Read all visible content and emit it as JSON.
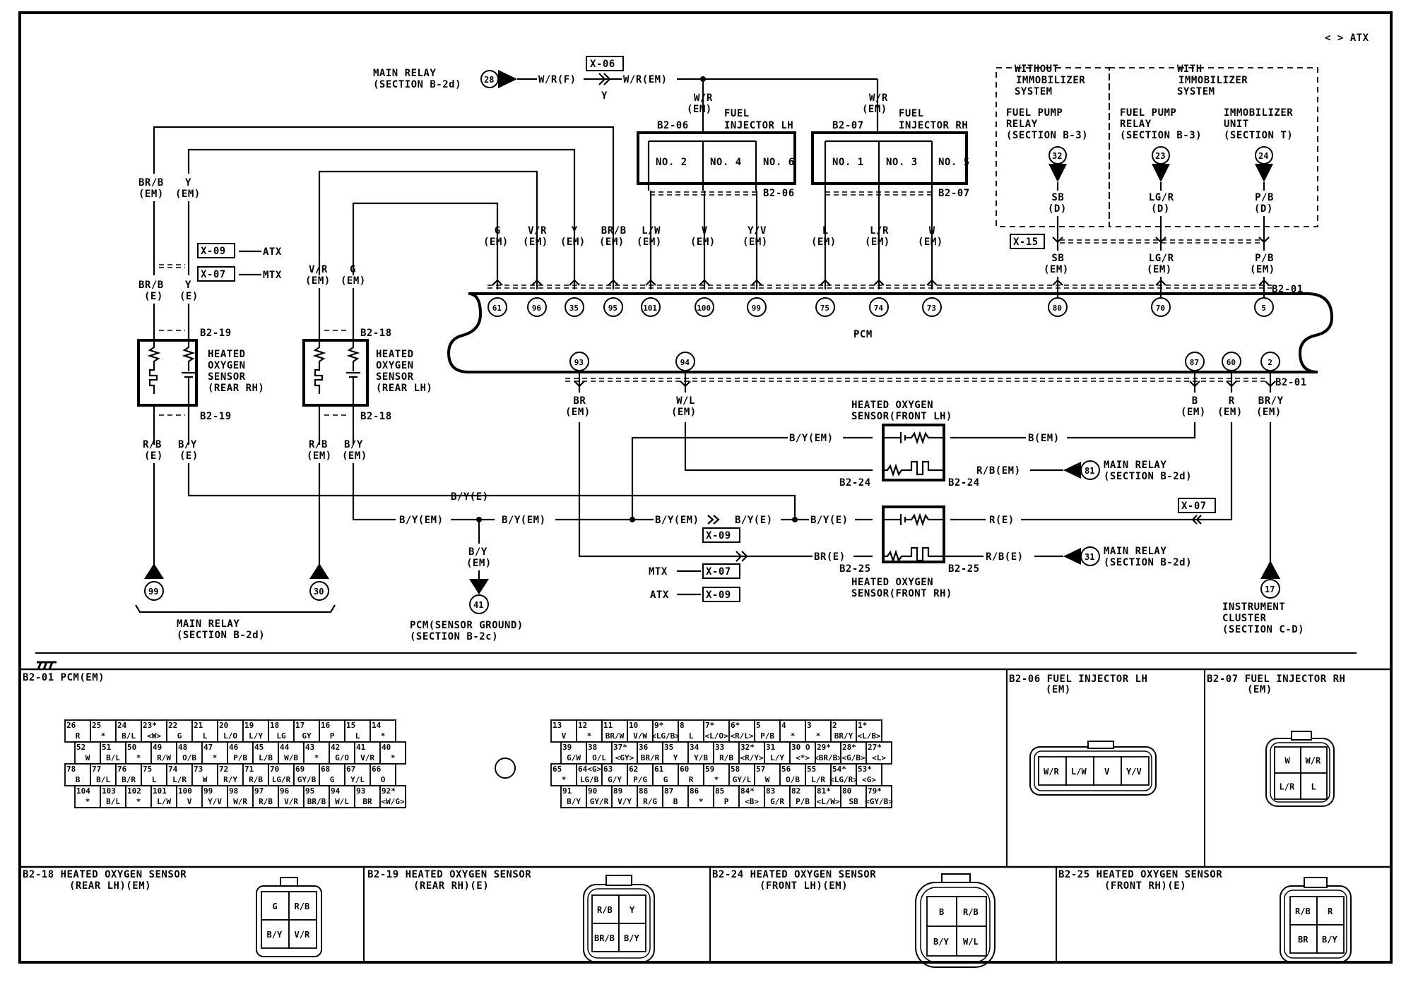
{
  "header": {
    "legend": "< > ATX"
  },
  "main_relay_top": {
    "ref": "28",
    "label_line1": "MAIN RELAY",
    "label_line2": "(SECTION B-2d)",
    "wire_in": "W/R(F)",
    "connector": "X-06",
    "connector_sub": "Y",
    "wire_out": "W/R(EM)"
  },
  "injector_lh": {
    "feed": "W/R",
    "feed_harness": "(EM)",
    "connector": "B2-06",
    "title_line1": "FUEL",
    "title_line2": "INJECTOR LH",
    "cylinders": [
      "NO. 2",
      "NO. 4",
      "NO. 6"
    ],
    "connector_bottom": "B2-06"
  },
  "injector_rh": {
    "feed": "W/R",
    "feed_harness": "(EM)",
    "connector": "B2-07",
    "title_line1": "FUEL",
    "title_line2": "INJECTOR RH",
    "cylinders": [
      "NO. 1",
      "NO. 3",
      "NO. 5"
    ],
    "connector_bottom": "B2-07"
  },
  "immobilizer": {
    "without_title": [
      "WITHOUT",
      "IMMOBILIZER",
      "SYSTEM"
    ],
    "with_title": [
      "WITH",
      "IMMOBILIZER",
      "SYSTEM"
    ],
    "sources": [
      {
        "ref": "32",
        "lines": [
          "FUEL PUMP",
          "RELAY",
          "(SECTION B-3)"
        ],
        "wire": "SB",
        "harness": "(D)",
        "wire_em": "SB",
        "harness_em": "(EM)",
        "pcm_pin": "80"
      },
      {
        "ref": "23",
        "lines": [
          "FUEL PUMP",
          "RELAY",
          "(SECTION B-3)"
        ],
        "wire": "LG/R",
        "harness": "(D)",
        "wire_em": "LG/R",
        "harness_em": "(EM)",
        "pcm_pin": "70"
      },
      {
        "ref": "24",
        "lines": [
          "IMMOBILIZER",
          "UNIT",
          "(SECTION T)"
        ],
        "wire": "P/B",
        "harness": "(D)",
        "wire_em": "P/B",
        "harness_em": "(EM)",
        "pcm_pin": "5"
      }
    ],
    "connector": "X-15"
  },
  "pcm": {
    "label": "PCM",
    "connector": "B2-01",
    "top_pins": [
      {
        "pin": "61",
        "wire": "G",
        "harness": "(EM)"
      },
      {
        "pin": "96",
        "wire": "V/R",
        "harness": "(EM)"
      },
      {
        "pin": "35",
        "wire": "Y",
        "harness": "(EM)"
      },
      {
        "pin": "95",
        "wire": "BR/B",
        "harness": "(EM)"
      },
      {
        "pin": "101",
        "wire": "L/W",
        "harness": "(EM)"
      },
      {
        "pin": "100",
        "wire": "V",
        "harness": "(EM)"
      },
      {
        "pin": "99",
        "wire": "Y/V",
        "harness": "(EM)"
      },
      {
        "pin": "75",
        "wire": "L",
        "harness": "(EM)"
      },
      {
        "pin": "74",
        "wire": "L/R",
        "harness": "(EM)"
      },
      {
        "pin": "73",
        "wire": "W",
        "harness": "(EM)"
      }
    ],
    "bottom_pins": [
      {
        "pin": "93",
        "wire": "BR",
        "harness": "(EM)"
      },
      {
        "pin": "94",
        "wire": "W/L",
        "harness": "(EM)"
      },
      {
        "pin": "87",
        "wire": "B",
        "harness": "(EM)"
      },
      {
        "pin": "60",
        "wire": "R",
        "harness": "(EM)"
      },
      {
        "pin": "2",
        "wire": "BR/Y",
        "harness": "(EM)"
      }
    ]
  },
  "rear_rh": {
    "upper_wires": [
      {
        "wire": "BR/B",
        "harness": "(EM)"
      },
      {
        "wire": "Y",
        "harness": "(EM)"
      }
    ],
    "joint_connectors": [
      {
        "id": "X-09",
        "note": "ATX"
      },
      {
        "id": "X-07",
        "note": "MTX"
      }
    ],
    "lower_wires": [
      {
        "wire": "BR/B",
        "harness": "(E)"
      },
      {
        "wire": "Y",
        "harness": "(E)"
      }
    ],
    "connector": "B2-19",
    "title": [
      "HEATED",
      "OXYGEN",
      "SENSOR",
      "(REAR RH)"
    ],
    "out_wires": [
      {
        "wire": "R/B",
        "harness": "(E)"
      },
      {
        "wire": "B/Y",
        "harness": "(E)"
      }
    ]
  },
  "rear_lh": {
    "upper_wires": [
      {
        "wire": "V/R",
        "harness": "(EM)"
      },
      {
        "wire": "G",
        "harness": "(EM)"
      }
    ],
    "connector": "B2-18",
    "title": [
      "HEATED",
      "OXYGEN",
      "SENSOR",
      "(REAR LH)"
    ],
    "out_wires": [
      {
        "wire": "R/B",
        "harness": "(EM)"
      },
      {
        "wire": "B/Y",
        "harness": "(EM)"
      }
    ]
  },
  "ground_bus": {
    "by_e": "B/Y(E)",
    "by_em_1": "B/Y(EM)",
    "by_em_2": "B/Y(EM)",
    "by_em_3": "B/Y(EM)",
    "by_e_2": "B/Y(E)",
    "by_e_3": "B/Y(E)",
    "joint": "X-09",
    "sensor_ground_wire": "B/Y",
    "sensor_ground_harness": "(EM)",
    "sensor_ground_ref": "41",
    "sensor_ground_lines": [
      "PCM(SENSOR GROUND)",
      "(SECTION B-2c)"
    ]
  },
  "main_relay_bottom": {
    "refs": [
      "99",
      "30"
    ],
    "lines": [
      "MAIN RELAY",
      "(SECTION B-2d)"
    ]
  },
  "front_lh": {
    "title": [
      "HEATED OXYGEN",
      "SENSOR(FRONT LH)"
    ],
    "left_top_wire": "B/Y(EM)",
    "right_top_wire": "B(EM)",
    "right_bottom_wire": "R/B(EM)",
    "connector": "B2-24",
    "relay_ref": "81",
    "relay_lines": [
      "MAIN RELAY",
      "(SECTION B-2d)"
    ]
  },
  "front_rh": {
    "title": [
      "HEATED OXYGEN",
      "SENSOR(FRONT RH)"
    ],
    "left_top_wire": "B/Y(E)",
    "left_bottom_wire": "BR(E)",
    "right_top_wire": "R(E)",
    "right_bottom_wire": "R/B(E)",
    "connector": "B2-25",
    "relay_ref": "31",
    "relay_lines": [
      "MAIN RELAY",
      "(SECTION B-2d)"
    ],
    "joint_r": "X-07",
    "mtx_label": "MTX",
    "mtx_joint": "X-07",
    "atx_label": "ATX",
    "atx_joint": "X-09"
  },
  "instrument_cluster": {
    "ref": "17",
    "lines": [
      "INSTRUMENT",
      "CLUSTER",
      "(SECTION C-D)"
    ]
  },
  "connector_views": {
    "pcm_title": "B2-01 PCM(EM)",
    "pcm_left": [
      [
        [
          "26",
          "R"
        ],
        [
          "25",
          "*"
        ],
        [
          "24",
          "B/L"
        ],
        [
          "23*",
          "<W>"
        ],
        [
          "22",
          "G"
        ],
        [
          "21",
          "L"
        ],
        [
          "20",
          "L/O"
        ],
        [
          "19",
          "L/Y"
        ],
        [
          "18",
          "LG"
        ],
        [
          "17",
          "GY"
        ],
        [
          "16",
          "P"
        ],
        [
          "15",
          "L"
        ],
        [
          "14",
          "*"
        ]
      ],
      [
        [
          "52",
          "W"
        ],
        [
          "51",
          "B/L"
        ],
        [
          "50",
          "*"
        ],
        [
          "49",
          "R/W"
        ],
        [
          "48",
          "O/B"
        ],
        [
          "47",
          "*"
        ],
        [
          "46",
          "P/B"
        ],
        [
          "45",
          "L/B"
        ],
        [
          "44",
          "W/B"
        ],
        [
          "43",
          "*"
        ],
        [
          "42",
          "G/O"
        ],
        [
          "41",
          "V/R"
        ],
        [
          "40",
          "*"
        ]
      ],
      [
        [
          "78",
          "B"
        ],
        [
          "77",
          "B/L"
        ],
        [
          "76",
          "B/R"
        ],
        [
          "75",
          "L"
        ],
        [
          "74",
          "L/R"
        ],
        [
          "73",
          "W"
        ],
        [
          "72",
          "R/Y"
        ],
        [
          "71",
          "R/B"
        ],
        [
          "70",
          "LG/R"
        ],
        [
          "69",
          "GY/B"
        ],
        [
          "68",
          "G"
        ],
        [
          "67",
          "Y/L"
        ],
        [
          "66",
          "O"
        ]
      ],
      [
        [
          "104",
          "*"
        ],
        [
          "103",
          "B/L"
        ],
        [
          "102",
          "*"
        ],
        [
          "101",
          "L/W"
        ],
        [
          "100",
          "V"
        ],
        [
          "99",
          "Y/V"
        ],
        [
          "98",
          "W/R"
        ],
        [
          "97",
          "R/B"
        ],
        [
          "96",
          "V/R"
        ],
        [
          "95",
          "BR/B"
        ],
        [
          "94",
          "W/L"
        ],
        [
          "93",
          "BR"
        ],
        [
          "92*",
          "<W/G>"
        ]
      ]
    ],
    "pcm_right": [
      [
        [
          "13",
          "V"
        ],
        [
          "12",
          "*"
        ],
        [
          "11",
          "BR/W"
        ],
        [
          "10",
          "V/W"
        ],
        [
          "9*",
          "<LG/B>"
        ],
        [
          "8",
          "L"
        ],
        [
          "7*",
          "<L/O>"
        ],
        [
          "6*",
          "<R/L>"
        ],
        [
          "5",
          "P/B"
        ],
        [
          "4",
          "*"
        ],
        [
          "3",
          "*"
        ],
        [
          "2",
          "BR/Y"
        ],
        [
          "1*",
          "<L/B>"
        ]
      ],
      [
        [
          "39",
          "G/W"
        ],
        [
          "38",
          "O/L"
        ],
        [
          "37*",
          "<GY>"
        ],
        [
          "36",
          "BR/R"
        ],
        [
          "35",
          "Y"
        ],
        [
          "34",
          "Y/B"
        ],
        [
          "33",
          "R/B"
        ],
        [
          "32*",
          "<R/Y>"
        ],
        [
          "31",
          "L/Y"
        ],
        [
          "30 O",
          "<*>"
        ],
        [
          "29*",
          "<BR/B>"
        ],
        [
          "28*",
          "<G/B>"
        ],
        [
          "27*",
          "<L>"
        ]
      ],
      [
        [
          "65",
          "*"
        ],
        [
          "64<G>",
          "LG/B"
        ],
        [
          "63",
          "G/Y"
        ],
        [
          "62",
          "P/G"
        ],
        [
          "61",
          "G"
        ],
        [
          "60",
          "R"
        ],
        [
          "59",
          "*"
        ],
        [
          "58",
          "GY/L"
        ],
        [
          "57",
          "W"
        ],
        [
          "56",
          "O/B"
        ],
        [
          "55",
          "L/R"
        ],
        [
          "54*",
          "<LG/R>"
        ],
        [
          "53*",
          "<G>"
        ]
      ],
      [
        [
          "91",
          "B/Y"
        ],
        [
          "90",
          "GY/R"
        ],
        [
          "89",
          "V/Y"
        ],
        [
          "88",
          "R/G"
        ],
        [
          "87",
          "B"
        ],
        [
          "86",
          "*"
        ],
        [
          "85",
          "P"
        ],
        [
          "84*",
          "<B>"
        ],
        [
          "83",
          "G/R"
        ],
        [
          "82",
          "P/B"
        ],
        [
          "81*",
          "<L/W>"
        ],
        [
          "80",
          "SB"
        ],
        [
          "79*",
          "<GY/B>"
        ]
      ]
    ],
    "inj_lh": {
      "title": "B2-06 FUEL INJECTOR LH",
      "sub": "(EM)",
      "pins": [
        "W/R",
        "L/W",
        "V",
        "Y/V"
      ]
    },
    "inj_rh": {
      "title": "B2-07 FUEL INJECTOR RH",
      "sub": "(EM)",
      "pins": [
        "W",
        "W/R",
        "L/R",
        "L"
      ]
    },
    "b2_18": {
      "title": "B2-18 HEATED OXYGEN SENSOR",
      "sub": "(REAR LH)(EM)",
      "pins": [
        "G",
        "R/B",
        "B/Y",
        "V/R"
      ]
    },
    "b2_19": {
      "title": "B2-19 HEATED OXYGEN SENSOR",
      "sub": "(REAR RH)(E)",
      "pins": [
        "R/B",
        "Y",
        "BR/B",
        "B/Y"
      ]
    },
    "b2_24": {
      "title": "B2-24 HEATED OXYGEN SENSOR",
      "sub": "(FRONT LH)(EM)",
      "pins": [
        "B",
        "R/B",
        "B/Y",
        "W/L"
      ]
    },
    "b2_25": {
      "title": "B2-25 HEATED OXYGEN SENSOR",
      "sub": "(FRONT RH)(E)",
      "pins": [
        "R/B",
        "R",
        "BR",
        "B/Y"
      ]
    }
  }
}
